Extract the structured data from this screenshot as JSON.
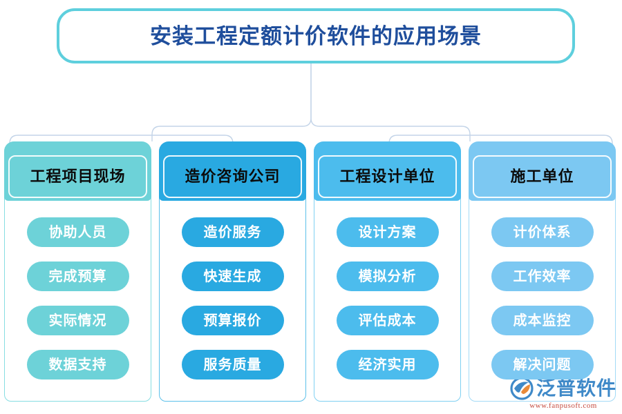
{
  "title": {
    "text": "安装工程定额计价软件的应用场景",
    "border_color": "#5ecfdd",
    "text_color": "#1f4e9c"
  },
  "connector": {
    "color": "#c3d4e8"
  },
  "columns": [
    {
      "header": "工程项目现场",
      "color": "#6dd2d8",
      "border_color": "#86dde2",
      "items": [
        "协助人员",
        "完成预算",
        "实际情况",
        "数据支持"
      ]
    },
    {
      "header": "造价咨询公司",
      "color": "#29a9e1",
      "border_color": "#5bc0ea",
      "items": [
        "造价服务",
        "快速生成",
        "预算报价",
        "服务质量"
      ]
    },
    {
      "header": "工程设计单位",
      "color": "#4cbced",
      "border_color": "#7fd0f2",
      "items": [
        "设计方案",
        "模拟分析",
        "评估成本",
        "经济实用"
      ]
    },
    {
      "header": "施工单位",
      "color": "#7cc8f2",
      "border_color": "#a3daf6",
      "items": [
        "计价体系",
        "工作效率",
        "成本监控",
        "解决问题"
      ]
    }
  ],
  "watermark": {
    "brand": "泛普软件",
    "url": "www.fanpusoft.com",
    "brand_color": "#2f7fc4",
    "url_color": "#c0392b"
  }
}
